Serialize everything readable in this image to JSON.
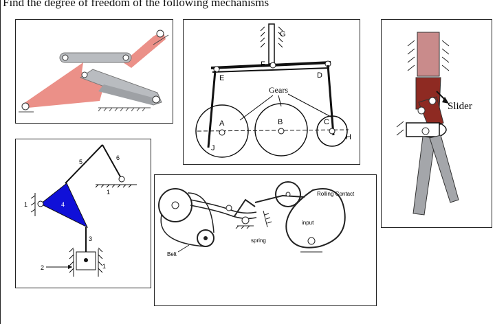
{
  "heading": "Find the degree of freedom of the following mechanisms",
  "colors": {
    "link_pink": "#e87d73",
    "link_gray": "#b9bcc0",
    "link_blue": "#1010d8",
    "slider_pink": "#c98b8b",
    "slider_dark": "#8e2a22"
  },
  "fig2": {
    "label_g": "G",
    "label_f": "F",
    "label_e": "E",
    "label_d": "D",
    "label_gears": "Gears",
    "label_a": "A",
    "label_b": "B",
    "label_c": "C",
    "label_j": "J",
    "label_h": "H"
  },
  "fig3": {
    "label_slider": "Slider"
  },
  "fig4": {
    "label_1a": "1",
    "label_1b": "1",
    "label_1c": "1",
    "label_2": "2",
    "label_3": "3",
    "label_4": "4",
    "label_5": "5",
    "label_6": "6"
  },
  "fig5": {
    "label_rolling": "Rolling Contact",
    "label_input": "input",
    "label_spring": "spring",
    "label_belt": "Belt"
  }
}
